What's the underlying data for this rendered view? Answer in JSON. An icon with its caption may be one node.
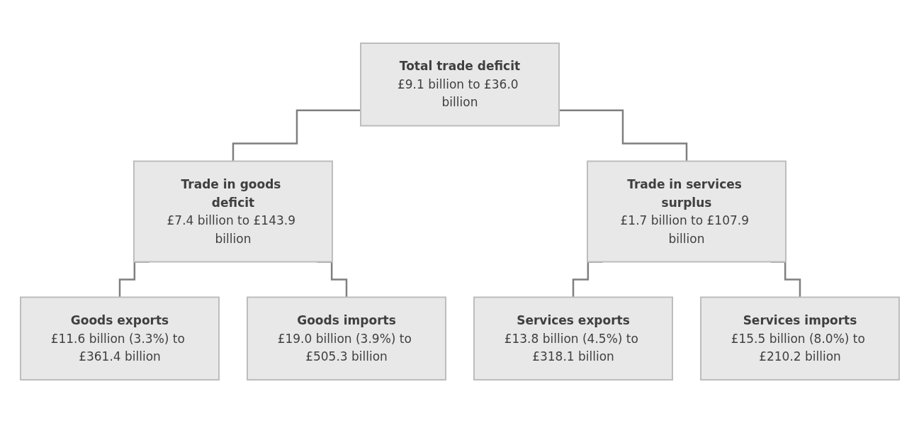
{
  "diagram": {
    "nodes": [
      {
        "text": [
          "Total trade deficit",
          "£9.1 billion to £36.0 billion"
        ]
      },
      {
        "text": [
          "Trade in goods deficit",
          "£7.4 billion to £143.9 billion"
        ]
      },
      {
        "text": [
          "Trade in services surplus",
          "£1.7 billion to £107.9 billion"
        ]
      },
      {
        "text": [
          "Goods exports",
          "£11.6 billion (3.3%) to £361.4 billion"
        ]
      },
      {
        "text": [
          "Goods imports",
          "£19.0 billion (3.9%) to £505.3 billion"
        ]
      },
      {
        "text": [
          "Services exports",
          "£13.8 billion (4.5%) to £318.1 billion"
        ]
      },
      {
        "text": [
          "Services imports",
          "£15.5 billion (8.0%) to £210.2 billion"
        ]
      }
    ],
    "edges": [
      {
        "from": 0,
        "to": 1,
        "arrow": "none"
      },
      {
        "from": 0,
        "to": 2,
        "arrow": "none"
      },
      {
        "from": 1,
        "to": 3,
        "arrow": "none"
      },
      {
        "from": 1,
        "to": 4,
        "arrow": "none"
      },
      {
        "from": 2,
        "to": 5,
        "arrow": "none"
      },
      {
        "from": 2,
        "to": 6,
        "arrow": "none"
      }
    ]
  }
}
